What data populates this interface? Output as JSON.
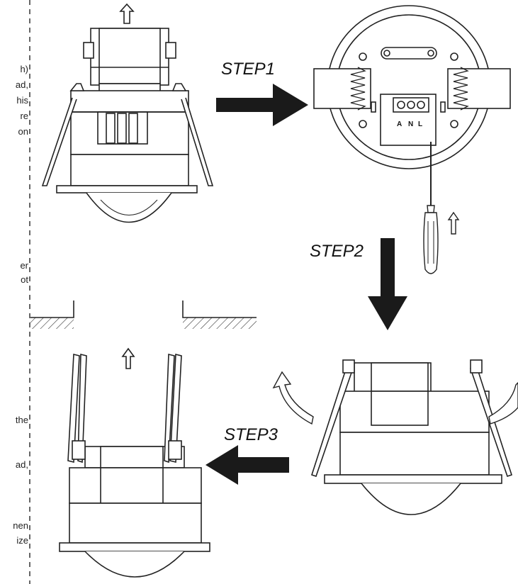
{
  "left_text_fragments": [
    "h)",
    "ad,",
    "his",
    "re",
    "on",
    "er",
    "ot",
    "the",
    "ad,",
    "nen",
    "ize"
  ],
  "steps": [
    "STEP1",
    "STEP2",
    "STEP3"
  ],
  "terminal_labels": [
    "A",
    "N",
    "L"
  ],
  "icons": [
    "up-arrow-icon",
    "screwdriver-icon",
    "curved-arrow-icon",
    "step-arrow-icon"
  ]
}
